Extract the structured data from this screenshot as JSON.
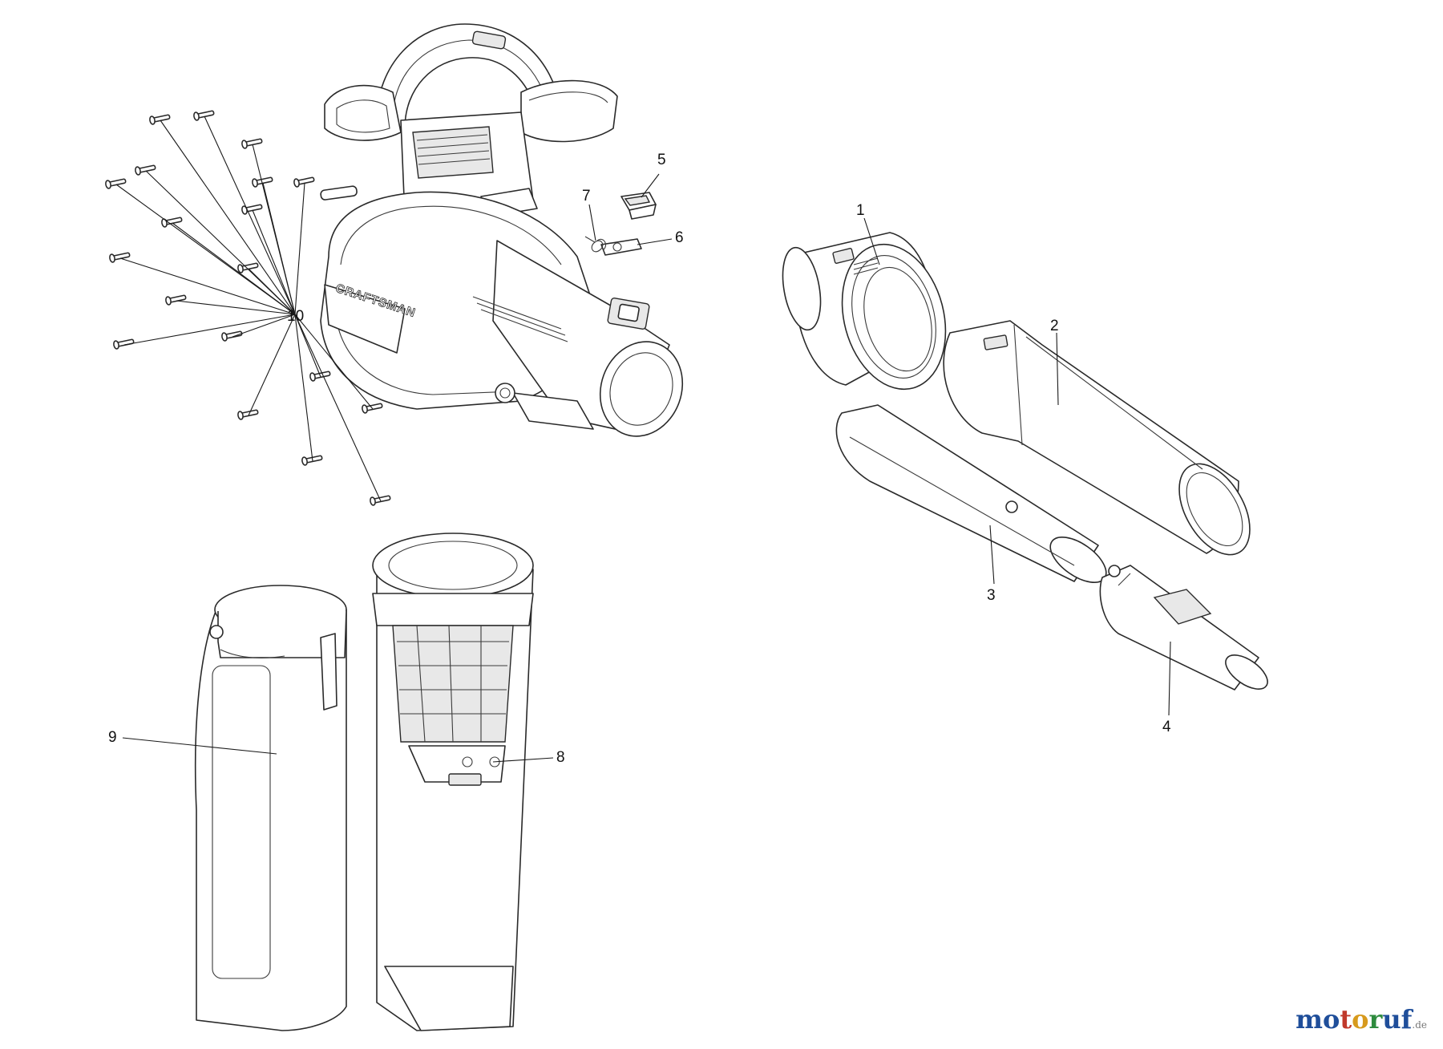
{
  "diagram": {
    "brand_lettering": "CRAFTSMAN",
    "callouts": [
      {
        "id": "1",
        "label": "1"
      },
      {
        "id": "2",
        "label": "2"
      },
      {
        "id": "3",
        "label": "3"
      },
      {
        "id": "4",
        "label": "4"
      },
      {
        "id": "5",
        "label": "5"
      },
      {
        "id": "6",
        "label": "6"
      },
      {
        "id": "7",
        "label": "7"
      },
      {
        "id": "8",
        "label": "8"
      },
      {
        "id": "9",
        "label": "9"
      },
      {
        "id": "10",
        "label": "10"
      }
    ]
  },
  "watermark": {
    "letters": [
      "m",
      "o",
      "t",
      "o",
      "r",
      "u",
      "f"
    ],
    "tld": ".de"
  },
  "colors": {
    "line": "#2a2a2a",
    "watermark_blue": "#1f4e9a",
    "watermark_red": "#c0392b",
    "watermark_orange": "#d79a1d",
    "watermark_green": "#2e8b3e"
  }
}
